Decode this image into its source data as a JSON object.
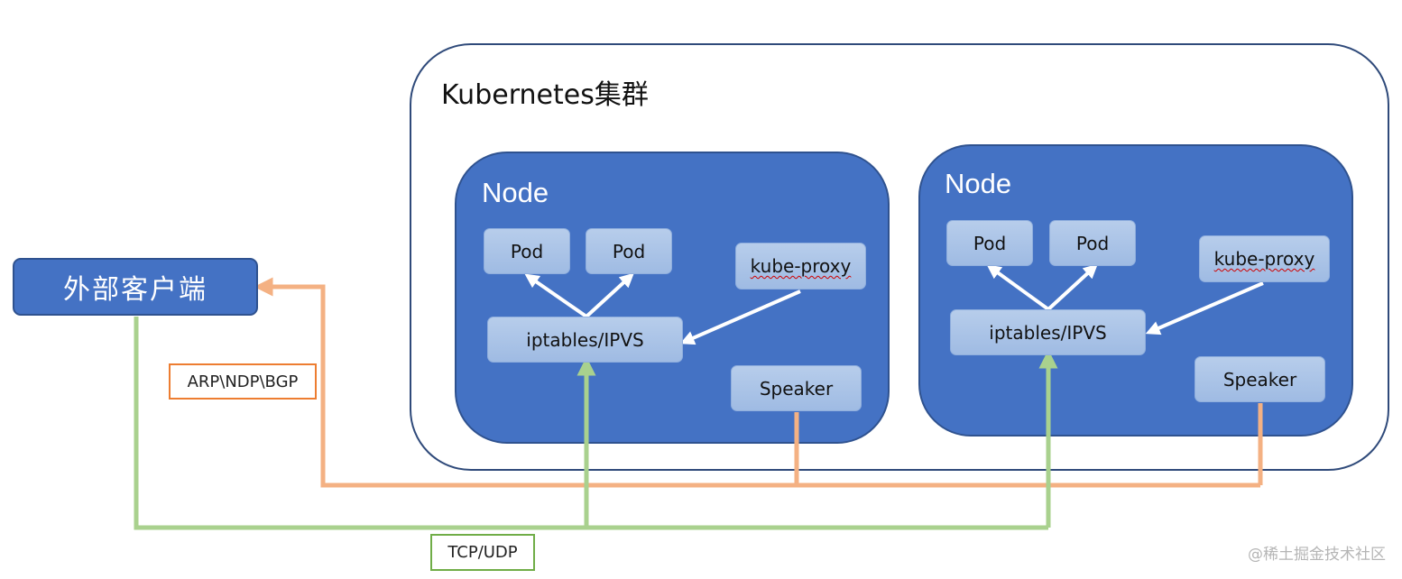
{
  "cluster": {
    "title": "Kubernetes集群"
  },
  "client": {
    "label": "外部客户端"
  },
  "nodes": [
    {
      "title": "Node",
      "pods": [
        "Pod",
        "Pod"
      ],
      "kube_proxy": "kube-proxy",
      "iptables": "iptables/IPVS",
      "speaker": "Speaker"
    },
    {
      "title": "Node",
      "pods": [
        "Pod",
        "Pod"
      ],
      "kube_proxy": "kube-proxy",
      "iptables": "iptables/IPVS",
      "speaker": "Speaker"
    }
  ],
  "links": {
    "announce_label": "ARP\\NDP\\BGP",
    "traffic_label": "TCP/UDP"
  },
  "colors": {
    "announce": "#F4B183",
    "traffic": "#A9D18E",
    "node_fill": "#4472C4",
    "arrow": "#FFFFFF"
  },
  "watermark": "@稀土掘金技术社区"
}
